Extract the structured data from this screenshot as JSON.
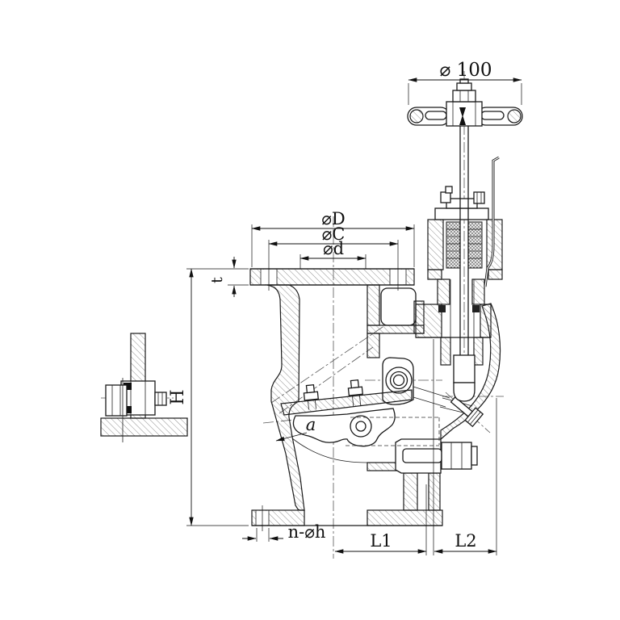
{
  "drawing": {
    "background": "#ffffff",
    "line_color": "#1a1a1a",
    "labels": {
      "handwheel_diameter": "⌀ 100",
      "flange_outer_diameter": "⌀D",
      "bolt_circle_diameter": "⌀C",
      "bore_diameter": "⌀d",
      "flange_thickness": "t",
      "overall_height": "H",
      "wall_angle": "a",
      "flange_bolt_holes": "n-⌀h",
      "length_center_to_face": "L1",
      "length_face_to_end": "L2"
    }
  }
}
